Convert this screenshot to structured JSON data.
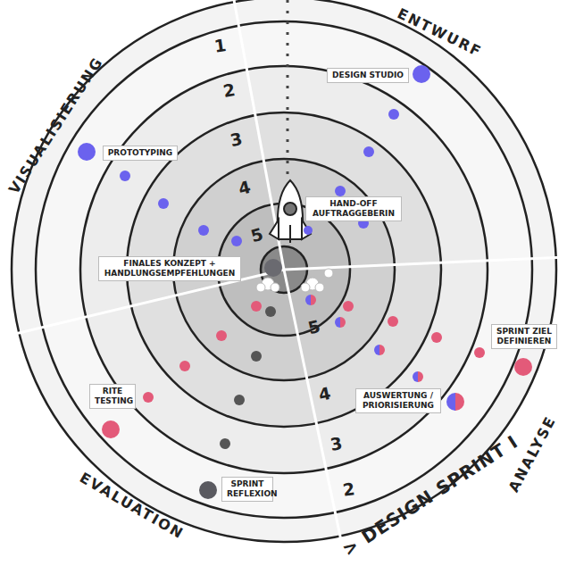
{
  "diagram": {
    "nodes": [
      {
        "text": [
          "DESIGN STUDIO"
        ]
      },
      {
        "text": [
          "PROTOTYPING"
        ]
      },
      {
        "text": [
          "HAND-OFF AUFTRAGGEBERIN"
        ]
      },
      {
        "text": [
          "FINALES KONZEPT + HANDLUNGSEMPFEHLUNGEN"
        ]
      },
      {
        "text": [
          "SPRINT ZIEL DEFINIEREN"
        ]
      },
      {
        "text": [
          "RITE TESTING"
        ]
      },
      {
        "text": [
          "AUSWERTUNG / PRIORISIERUNG"
        ]
      },
      {
        "text": [
          "SPRINT REFLEXION"
        ]
      }
    ],
    "labels": [
      "ENTWURF",
      "VISUALISIERUNG",
      "EVALUATION",
      "ANALYSE",
      "> DESIGN SPRINT I",
      "1",
      "2",
      "3",
      "4",
      "5",
      "5",
      "4",
      "3",
      "2"
    ]
  }
}
